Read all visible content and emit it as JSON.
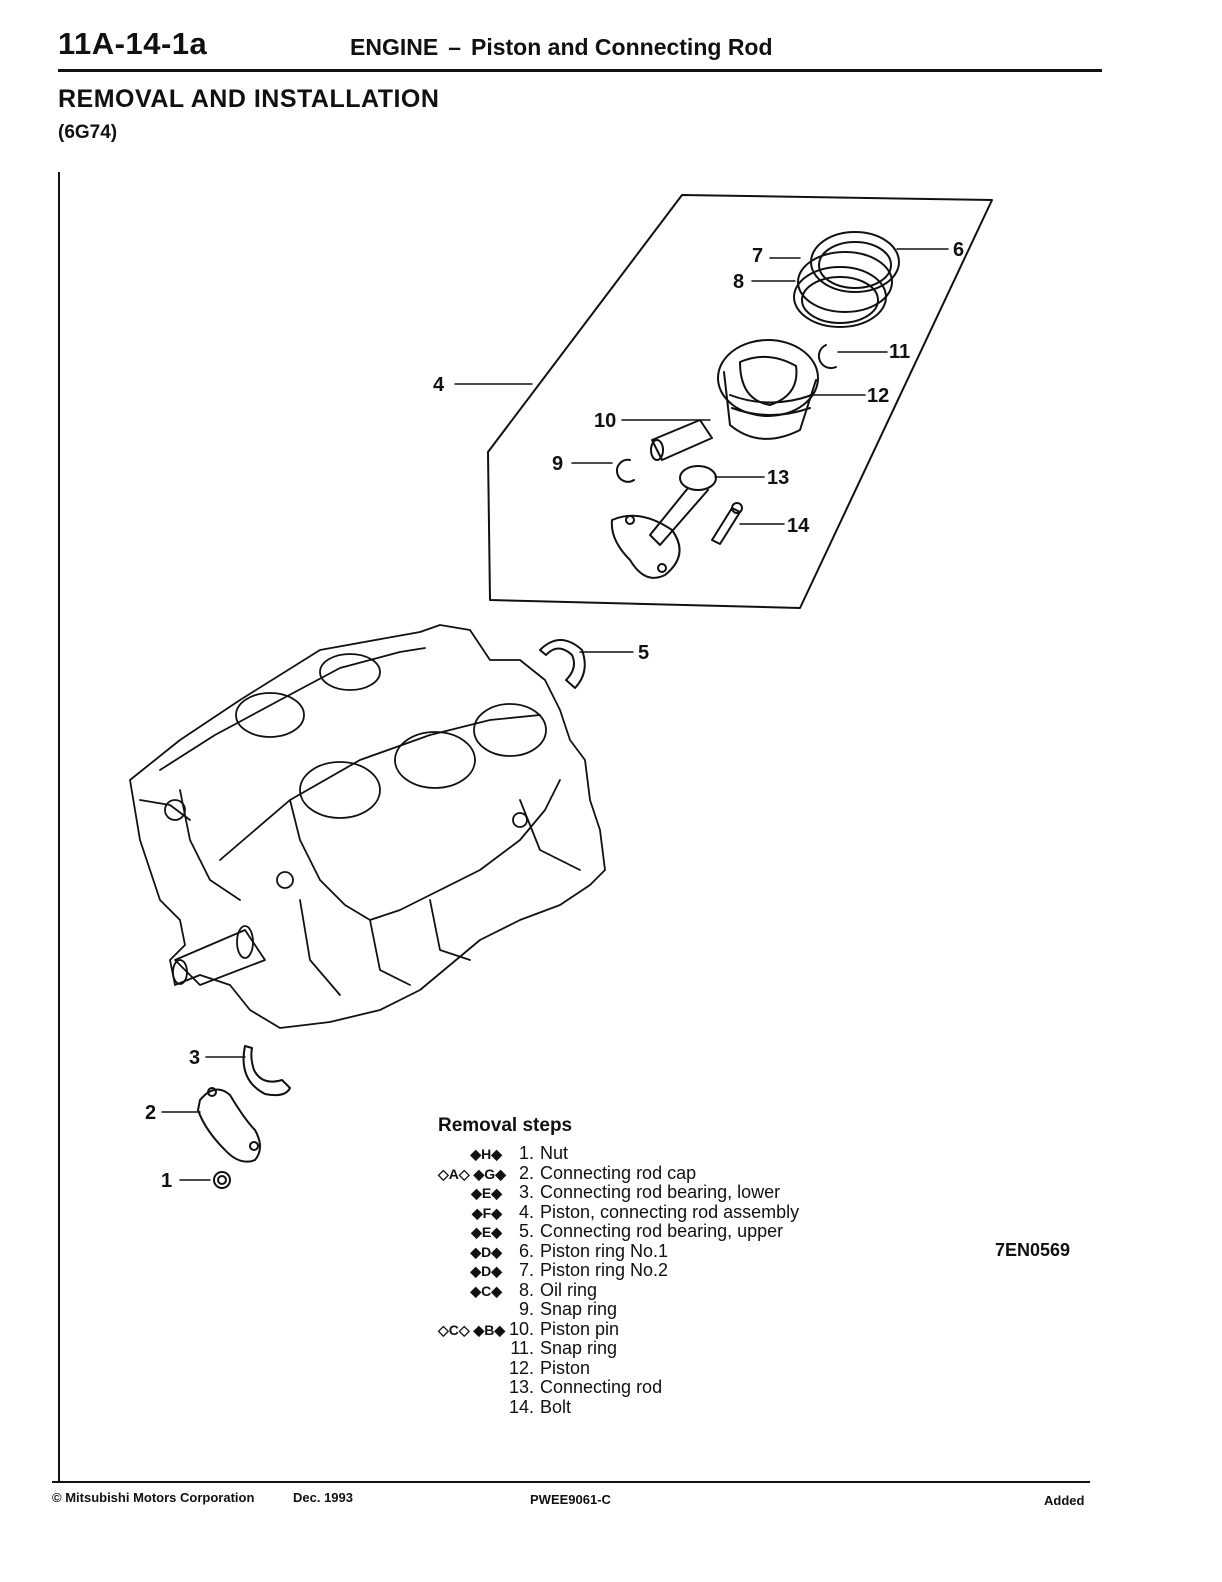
{
  "header": {
    "page_number": "11A-14-1a",
    "title_main": "ENGINE",
    "title_separator": "–",
    "title_sub": "Piston and Connecting Rod"
  },
  "section": {
    "title": "REMOVAL AND INSTALLATION",
    "subtitle": "(6G74)"
  },
  "diagram": {
    "figure_id": "7EN0569",
    "callouts": [
      "1",
      "2",
      "3",
      "4",
      "5",
      "6",
      "7",
      "8",
      "9",
      "10",
      "11",
      "12",
      "13",
      "14"
    ]
  },
  "removal_steps": {
    "title": "Removal steps",
    "steps": [
      {
        "marks": "◆H◆",
        "num": "1.",
        "label": "Nut"
      },
      {
        "marks": "◇A◇ ◆G◆",
        "num": "2.",
        "label": "Connecting rod cap"
      },
      {
        "marks": "◆E◆",
        "num": "3.",
        "label": "Connecting rod bearing, lower"
      },
      {
        "marks": "◆F◆",
        "num": "4.",
        "label": "Piston, connecting rod assembly"
      },
      {
        "marks": "◆E◆",
        "num": "5.",
        "label": "Connecting rod bearing, upper"
      },
      {
        "marks": "◆D◆",
        "num": "6.",
        "label": "Piston ring No.1"
      },
      {
        "marks": "◆D◆",
        "num": "7.",
        "label": "Piston ring No.2"
      },
      {
        "marks": "◆C◆",
        "num": "8.",
        "label": "Oil ring"
      },
      {
        "marks": "",
        "num": "9.",
        "label": "Snap ring"
      },
      {
        "marks": "◇C◇ ◆B◆",
        "num": "10.",
        "label": "Piston pin"
      },
      {
        "marks": "",
        "num": "11.",
        "label": "Snap ring"
      },
      {
        "marks": "",
        "num": "12.",
        "label": "Piston"
      },
      {
        "marks": "",
        "num": "13.",
        "label": "Connecting rod"
      },
      {
        "marks": "",
        "num": "14.",
        "label": "Bolt"
      }
    ]
  },
  "footer": {
    "copyright": "© Mitsubishi Motors Corporation",
    "date": "Dec. 1993",
    "code": "PWEE9061-C",
    "status": "Added"
  }
}
